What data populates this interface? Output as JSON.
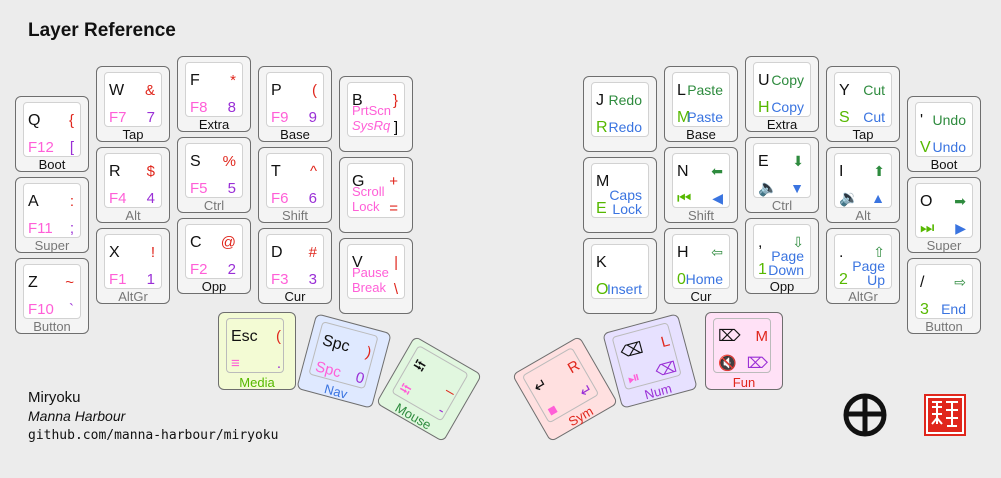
{
  "title": "Layer Reference",
  "footer": {
    "brand": "Miryoku",
    "author": "Manna Harbour",
    "url": "github.com/manna-harbour/miryoku"
  },
  "colors": {
    "symbol": "#e0261c",
    "function": "#ff5fd7",
    "number": "#9a2fd6",
    "navigation": "#2e8b3e",
    "edit": "#3a74e0",
    "thumb_media": "#f3fbd4",
    "thumb_nav": "#dfe9ff",
    "thumb_mouse": "#e1f7df",
    "thumb_sym": "#ffe0e0",
    "thumb_num": "#e7e1ff",
    "thumb_fun": "#ffe1f6"
  },
  "left_keys": [
    {
      "tl": "Q",
      "tr": "{",
      "bl": "F12",
      "br": "[",
      "foot": "Boot"
    },
    {
      "tl": "A",
      "tr": ":",
      "bl": "F11",
      "br": ";",
      "foot": "Super"
    },
    {
      "tl": "Z",
      "tr": "~",
      "bl": "F10",
      "br": "`",
      "foot": "Button"
    },
    {
      "tl": "W",
      "tr": "&",
      "bl": "F7",
      "br": "7",
      "foot": "Tap"
    },
    {
      "tl": "R",
      "tr": "$",
      "bl": "F4",
      "br": "4",
      "foot": "Alt"
    },
    {
      "tl": "X",
      "tr": "!",
      "bl": "F1",
      "br": "1",
      "foot": "AltGr"
    },
    {
      "tl": "F",
      "tr": "*",
      "bl": "F8",
      "br": "8",
      "foot": "Extra"
    },
    {
      "tl": "S",
      "tr": "%",
      "bl": "F5",
      "br": "5",
      "foot": "Ctrl"
    },
    {
      "tl": "C",
      "tr": "@",
      "bl": "F2",
      "br": "2",
      "foot": "Opp"
    },
    {
      "tl": "P",
      "tr": "(",
      "bl": "F9",
      "br": "9",
      "foot": "Base"
    },
    {
      "tl": "T",
      "tr": "^",
      "bl": "F6",
      "br": "6",
      "foot": "Shift"
    },
    {
      "tl": "D",
      "tr": "#",
      "bl": "F3",
      "br": "3",
      "foot": "Cur"
    },
    {
      "tl": "B",
      "tr": "}",
      "bl": "",
      "br": "]",
      "mid1": "PrtScn",
      "mid2": "SysRq",
      "foot": ""
    },
    {
      "tl": "G",
      "tr": "+",
      "bl": "",
      "br": "=",
      "mid1": "Scroll",
      "mid2": "Lock",
      "foot": ""
    },
    {
      "tl": "V",
      "tr": "|",
      "bl": "",
      "br": "\\",
      "mid1": "Pause",
      "mid2": "Break",
      "foot": ""
    }
  ],
  "right_keys": [
    {
      "tl": "J",
      "tr": "Redo",
      "bl": "R",
      "br": "Redo",
      "foot": ""
    },
    {
      "tl": "M",
      "tr": "",
      "bl": "E",
      "br": "Caps Lock",
      "foot": ""
    },
    {
      "tl": "K",
      "tr": "",
      "bl": "O",
      "br": "Insert",
      "foot": ""
    },
    {
      "tl": "L",
      "tr": "Paste",
      "bl": "M",
      "br": "Paste",
      "foot": "Base"
    },
    {
      "tl": "N",
      "tr": "⬅",
      "bl": "⏮",
      "br": "◀",
      "foot": "Shift"
    },
    {
      "tl": "H",
      "tr": "⇦",
      "bl": "0",
      "br": "Home",
      "foot": "Cur"
    },
    {
      "tl": "U",
      "tr": "Copy",
      "bl": "H",
      "br": "Copy",
      "foot": "Extra"
    },
    {
      "tl": "E",
      "tr": "⬇",
      "bl": "🔈",
      "br": "▼",
      "foot": "Ctrl"
    },
    {
      "tl": ",",
      "tr": "⇩",
      "bl": "1",
      "br": "Page Down",
      "foot": "Opp"
    },
    {
      "tl": "Y",
      "tr": "Cut",
      "bl": "S",
      "br": "Cut",
      "foot": "Tap"
    },
    {
      "tl": "I",
      "tr": "⬆",
      "bl": "🔉",
      "br": "▲",
      "foot": "Alt"
    },
    {
      "tl": ".",
      "tr": "⇧",
      "bl": "2",
      "br": "Page Up",
      "foot": "AltGr"
    },
    {
      "tl": "'",
      "tr": "Undo",
      "bl": "V",
      "br": "Undo",
      "foot": "Boot"
    },
    {
      "tl": "O",
      "tr": "➡",
      "bl": "⏭",
      "br": "▶",
      "foot": "Super"
    },
    {
      "tl": "/",
      "tr": "⇨",
      "bl": "3",
      "br": "End",
      "foot": "Button"
    }
  ],
  "thumbs": [
    {
      "tl": "Esc",
      "tr": "(",
      "bl": "≡",
      "br": ".",
      "foot": "Media"
    },
    {
      "tl": "Spc",
      "tr": ")",
      "bl": "Spc",
      "br": "0",
      "foot": "Nav"
    },
    {
      "tl": "⭾",
      "tr": "_",
      "bl": "⭾",
      "br": "-",
      "foot": "Mouse"
    },
    {
      "tl": "↵",
      "tr": "R",
      "bl": "■",
      "br": "↵",
      "foot": "Sym"
    },
    {
      "tl": "⌫",
      "tr": "L",
      "bl": "⏯",
      "br": "⌫",
      "foot": "Num"
    },
    {
      "tl": "⌦",
      "tr": "M",
      "bl": "🔇",
      "br": "⌦",
      "foot": "Fun"
    }
  ]
}
